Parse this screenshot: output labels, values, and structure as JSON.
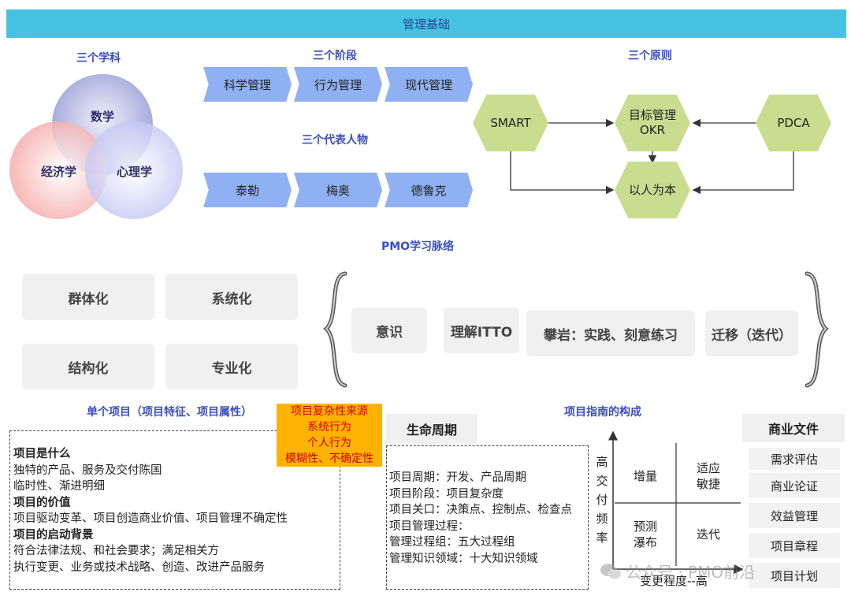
{
  "banner": "管理基础",
  "three_disciplines": {
    "title": "三个学科",
    "circles": [
      "数学",
      "经济学",
      "心理学"
    ]
  },
  "three_stages": {
    "title": "三个阶段",
    "items": [
      "科学管理",
      "行为管理",
      "现代管理"
    ]
  },
  "three_figures": {
    "title": "三个代表人物",
    "items": [
      "泰勒",
      "梅奥",
      "德鲁克"
    ]
  },
  "three_principles": {
    "title": "三个原则",
    "smart": "SMART",
    "okr": "目标管理\nOKR",
    "pdca": "PDCA",
    "people": "以人为本"
  },
  "pmo_path": {
    "title": "PMO学习脉络",
    "left_boxes": [
      "群体化",
      "系统化",
      "结构化",
      "专业化"
    ],
    "steps": [
      "意识",
      "理解ITTO",
      "攀岩：实践、刻意练习",
      "迁移（迭代）"
    ]
  },
  "single_project": {
    "title": "单个项目（项目特征、项目属性）",
    "lines": [
      {
        "text": "项目是什么",
        "bold": true
      },
      {
        "text": "独特的产品、服务及交付陈国",
        "bold": false
      },
      {
        "text": "临时性、渐进明细",
        "bold": false
      },
      {
        "text": "项目的价值",
        "bold": true
      },
      {
        "text": "项目驱动变革、项目创造商业价值、项目管理不确定性",
        "bold": false
      },
      {
        "text": "项目的启动背景",
        "bold": true
      },
      {
        "text": "符合法律法规、和社会要求；满足相关方",
        "bold": false
      },
      {
        "text": "执行变更、业务或技术战略、创造、改进产品服务",
        "bold": false
      }
    ]
  },
  "complexity": [
    "项目复杂性来源",
    "系统行为",
    "个人行为",
    "模糊性、不确定性"
  ],
  "lifecycle": {
    "title": "生命周期",
    "lines": [
      "项目周期：开发、产品周期",
      "项目阶段：项目复杂度",
      "项目关口：决策点、控制点、检查点",
      "项目管理过程：",
      "管理过程组：五大过程组",
      "管理知识领域：十大知识领域"
    ]
  },
  "guide": {
    "title": "项目指南的构成",
    "y_label": [
      "高",
      "交",
      "付",
      "频",
      "率"
    ],
    "x_label": "变更程度--高",
    "quadrants": {
      "top_left": "增量",
      "top_right": "适应\n敏捷",
      "bottom_left": "预测\n瀑布",
      "bottom_right": "迭代"
    }
  },
  "business_docs": {
    "title": "商业文件",
    "items": [
      "需求评估",
      "商业论证",
      "效益管理",
      "项目章程",
      "项目计划"
    ]
  },
  "watermark": "公众号 · PMO前沿"
}
